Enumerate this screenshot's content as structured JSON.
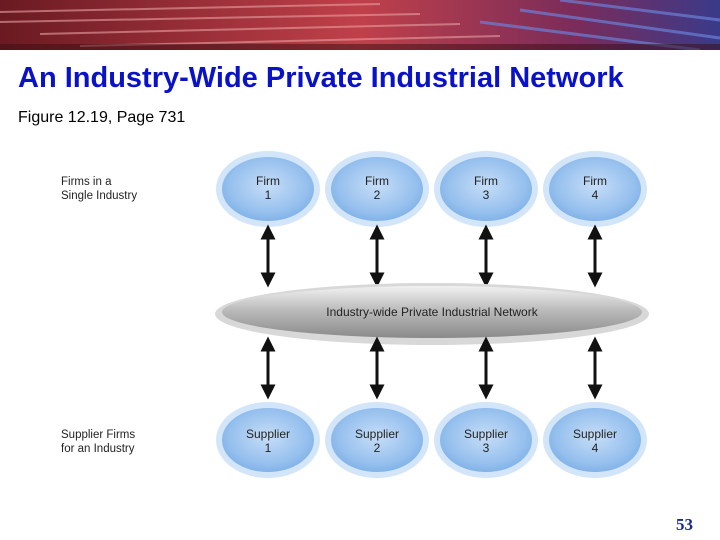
{
  "slide": {
    "title": "An Industry-Wide Private Industrial Network",
    "subtitle": "Figure 12.19, Page 731",
    "page_number": "53"
  },
  "diagram": {
    "row_labels": {
      "firms": [
        "Firms in a",
        "Single Industry"
      ],
      "suppliers": [
        "Supplier Firms",
        "for an Industry"
      ]
    },
    "firms": [
      {
        "label": "Firm",
        "number": "1"
      },
      {
        "label": "Firm",
        "number": "2"
      },
      {
        "label": "Firm",
        "number": "3"
      },
      {
        "label": "Firm",
        "number": "4"
      }
    ],
    "network_label": "Industry-wide Private Industrial Network",
    "suppliers": [
      {
        "label": "Supplier",
        "number": "1"
      },
      {
        "label": "Supplier",
        "number": "2"
      },
      {
        "label": "Supplier",
        "number": "3"
      },
      {
        "label": "Supplier",
        "number": "4"
      }
    ]
  },
  "colors": {
    "title": "#0a12c8",
    "banner": "#a0303a",
    "node_fill": "#9cc4ef",
    "node_halo": "#d3e5f8",
    "network_fill": "#b8b8b8",
    "arrow": "#111111"
  }
}
